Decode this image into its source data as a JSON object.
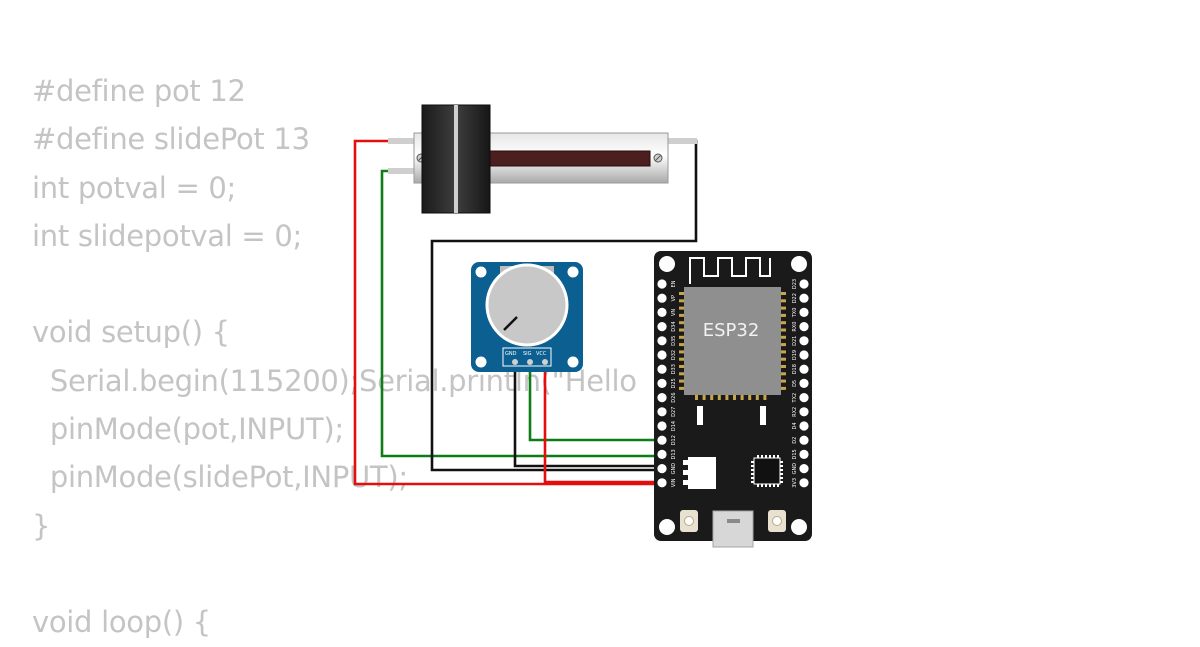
{
  "code_lines": [
    "#define pot 12",
    "#define slidePot 13",
    "int potval = 0;",
    "int slidepotval = 0;",
    "",
    "void setup() {",
    "  Serial.begin(115200);Serial.println(\"Hello",
    "  pinMode(pot,INPUT);",
    "  pinMode(slidePot,INPUT);",
    "}",
    "",
    "void loop() {"
  ],
  "potentiometer": {
    "pin_labels": [
      "GND",
      "SIG",
      "VCC"
    ]
  },
  "esp32": {
    "chip_label": "ESP32",
    "left_pins": [
      "EN",
      "VP",
      "VN",
      "D34",
      "D35",
      "D32",
      "D33",
      "D25",
      "D26",
      "D27",
      "D14",
      "D12",
      "D13",
      "GND",
      "VIN"
    ],
    "right_pins": [
      "D23",
      "D22",
      "TX0",
      "RX0",
      "D21",
      "D19",
      "D18",
      "D5",
      "TX2",
      "RX2",
      "D4",
      "D2",
      "D15",
      "GND",
      "3V3"
    ]
  },
  "wire_colors": {
    "red": "#e30e0e",
    "green": "#0f7d16",
    "black": "#111111"
  },
  "colors": {
    "code_text": "#c4c4c4",
    "board": "#1a1a1a",
    "pot_board": "#0b5f91",
    "chip": "#8f8f8f"
  }
}
